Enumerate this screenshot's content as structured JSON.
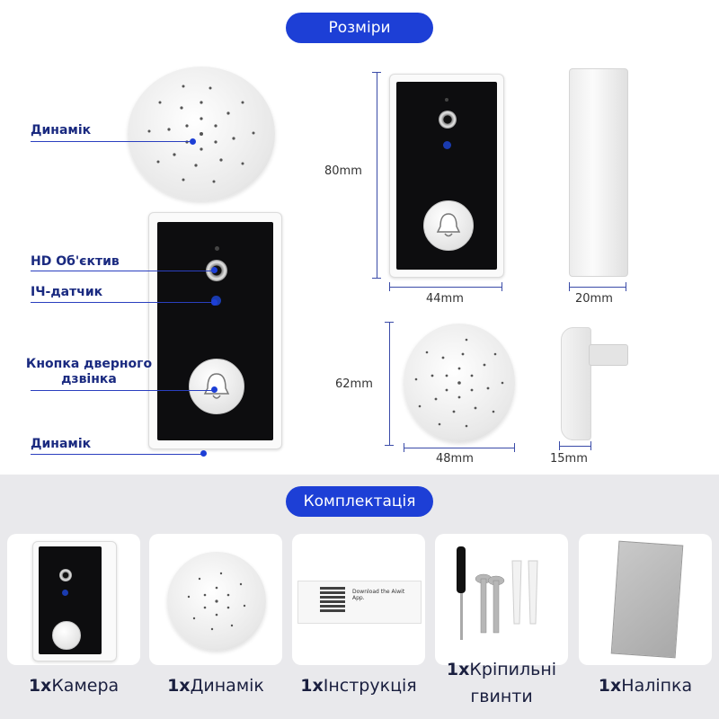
{
  "headers": {
    "dimensions": "Розміри",
    "package": "Комплектація"
  },
  "callouts": {
    "speaker_top": "Динамік",
    "hd_lens": "HD Об'єктив",
    "ir_sensor": "ІЧ-датчик",
    "bell_button": "Кнопка дверного дзвінка",
    "speaker_bottom": "Динамік"
  },
  "dimensions": {
    "doorbell_height": "80mm",
    "doorbell_width": "44mm",
    "doorbell_depth": "20mm",
    "speaker_height": "62mm",
    "speaker_width": "48mm",
    "speaker_depth": "15mm"
  },
  "package_items": [
    {
      "qty": "1x",
      "name": "Камера"
    },
    {
      "qty": "1x",
      "name": "Динамік"
    },
    {
      "qty": "1x",
      "name": "Інструкція"
    },
    {
      "qty": "1x",
      "name": "Кріпильні гвинти"
    },
    {
      "qty": "1x",
      "name": "Наліпка"
    }
  ],
  "manual_text": "Download the Aiwit App.",
  "colors": {
    "accent": "#1d3fd6",
    "background_lower": "#e9e9ec"
  }
}
